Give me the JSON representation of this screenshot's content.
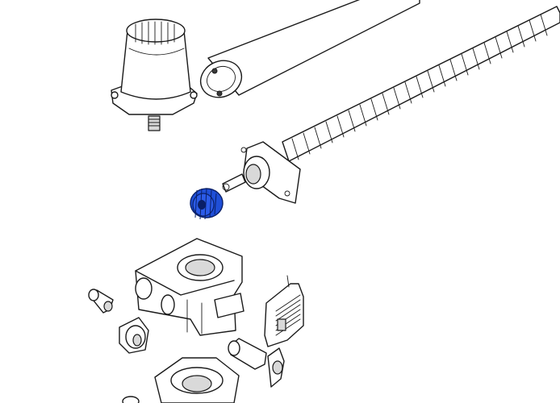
{
  "diagram": {
    "highlight_color": "#1f4fd8",
    "parts": [
      {
        "id": "cover",
        "icon": "motor-cover-icon"
      },
      {
        "id": "tube",
        "icon": "drive-tube-icon"
      },
      {
        "id": "screw",
        "icon": "worm-screw-icon"
      },
      {
        "id": "bracket",
        "icon": "screw-bracket-icon"
      },
      {
        "id": "gear",
        "icon": "gear-icon",
        "highlighted": true
      },
      {
        "id": "housing",
        "icon": "gearbox-housing-icon"
      },
      {
        "id": "pin",
        "icon": "pin-icon"
      },
      {
        "id": "bushing",
        "icon": "bushing-icon"
      },
      {
        "id": "release",
        "icon": "release-lever-icon"
      },
      {
        "id": "plate",
        "icon": "grille-plate-icon"
      },
      {
        "id": "base",
        "icon": "base-housing-icon"
      }
    ]
  }
}
